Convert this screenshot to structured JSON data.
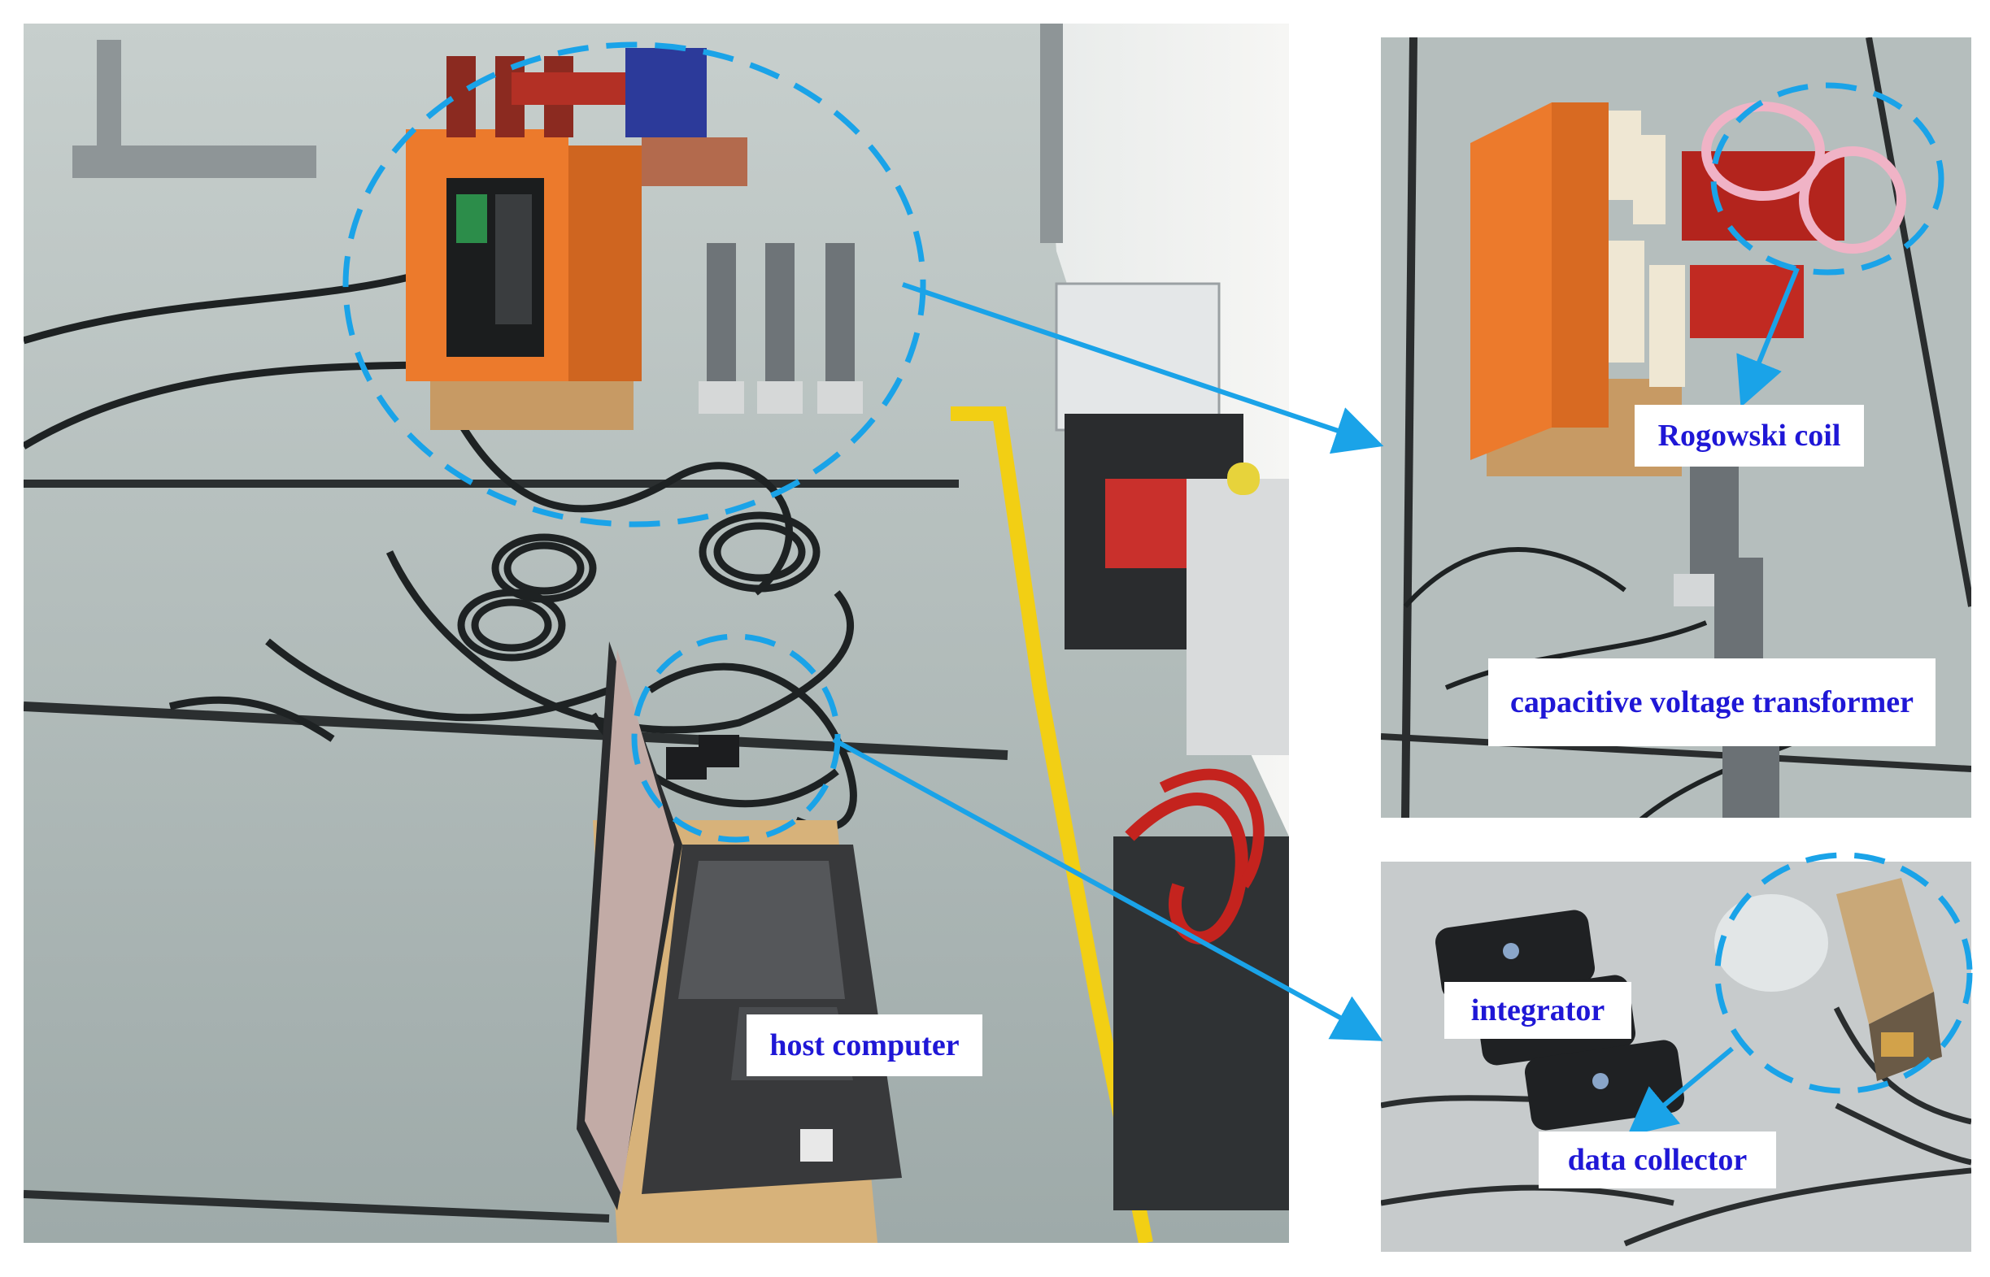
{
  "labels": {
    "host_computer": "host computer",
    "rogowski_coil": "Rogowski coil",
    "cvt": "capacitive voltage transformer",
    "integrator": "integrator",
    "data_collector": "data collector"
  },
  "colors": {
    "label_text": "#1f17d6",
    "highlight": "#1aa3e8",
    "floor": "#a9b5b4",
    "cabinet": "#e8762a"
  }
}
